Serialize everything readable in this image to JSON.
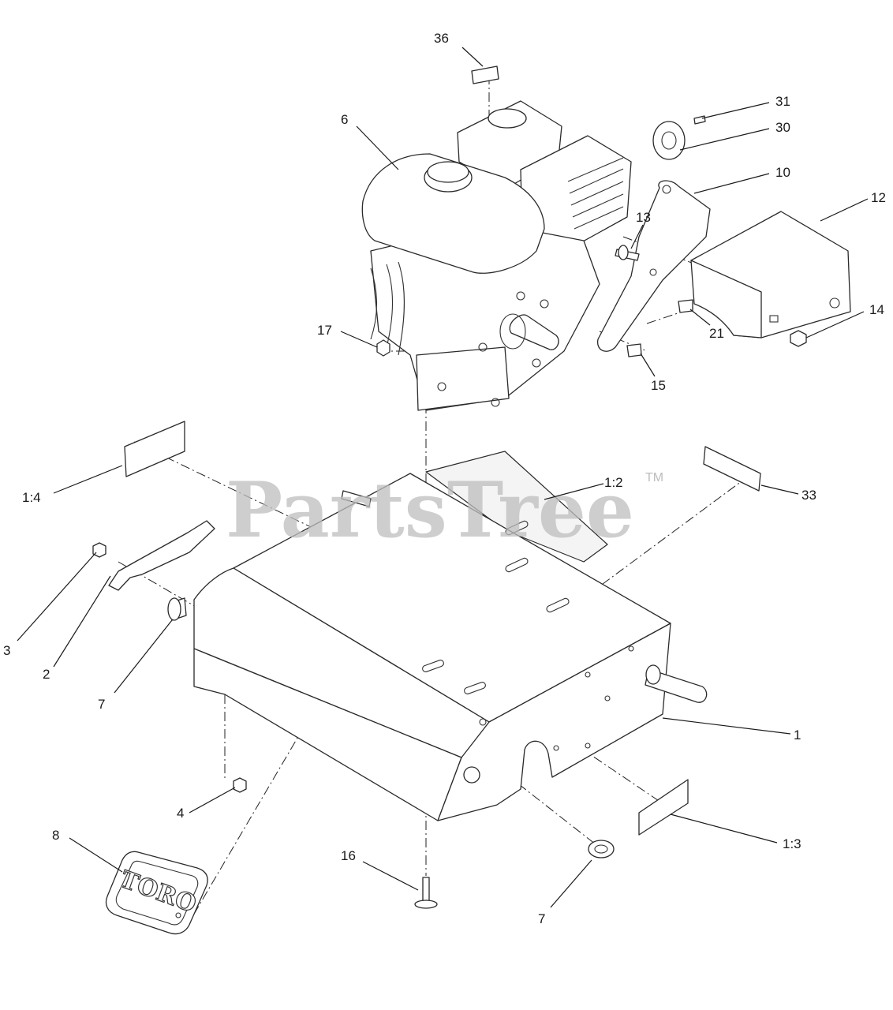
{
  "watermark": {
    "text": "PartsTree",
    "trademark": "TM"
  },
  "logo": {
    "text": "TORO"
  },
  "callouts": {
    "c36": "36",
    "c6": "6",
    "c31": "31",
    "c30": "30",
    "c10": "10",
    "c12": "12",
    "c13": "13",
    "c17": "17",
    "c21": "21",
    "c14": "14",
    "c15": "15",
    "c1_4": "1:4",
    "c1_2": "1:2",
    "c33": "33",
    "c3": "3",
    "c2": "2",
    "c7a": "7",
    "c1": "1",
    "c4": "4",
    "c8": "8",
    "c16": "16",
    "c1_3": "1:3",
    "c7b": "7"
  }
}
